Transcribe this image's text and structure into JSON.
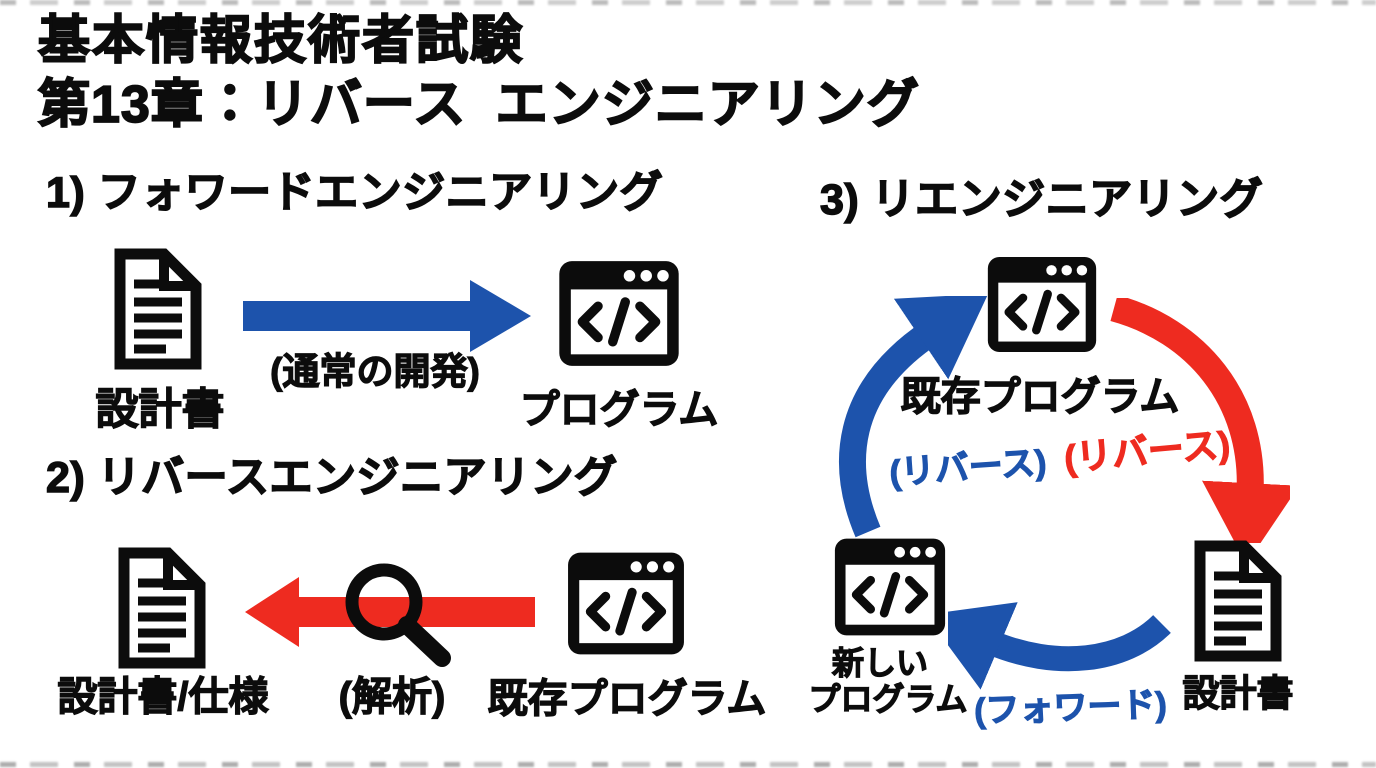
{
  "title": {
    "line1": "基本情報技術者試験",
    "line2": "第13章：リバース エンジニアリング"
  },
  "colors": {
    "blue": "#1d53ac",
    "red": "#ee2b20",
    "ink": "#0c0c0c"
  },
  "icons": {
    "document": "document-icon",
    "code_window": "code-window-icon",
    "magnifier": "magnifying-glass-icon"
  },
  "sections": [
    {
      "id": "forward-engineering",
      "heading": "1) フォワードエンジニアリング",
      "source_label": "設計書",
      "arrow_label": "(通常の開発)",
      "target_label": "プログラム",
      "arrow_direction": "right",
      "arrow_color": "blue"
    },
    {
      "id": "reverse-engineering",
      "heading": "2) リバースエンジニアリング",
      "result_label": "設計書/仕様",
      "arrow_label": "(解析)",
      "source_label": "既存プログラム",
      "arrow_direction": "left",
      "arrow_color": "red"
    },
    {
      "id": "reengineering",
      "heading": "3) リエンジニアリング",
      "top_node_label": "既存プログラム",
      "right_node_label": "設計書",
      "left_node_label_line1": "新しい",
      "left_node_label_line2": "プログラム",
      "right_arc_label": "(リバース)",
      "left_arc_label": "(リバース)",
      "bottom_arc_label": "(フォワード)",
      "right_arc_color": "red",
      "left_arc_color": "blue",
      "bottom_arc_color": "blue"
    }
  ]
}
